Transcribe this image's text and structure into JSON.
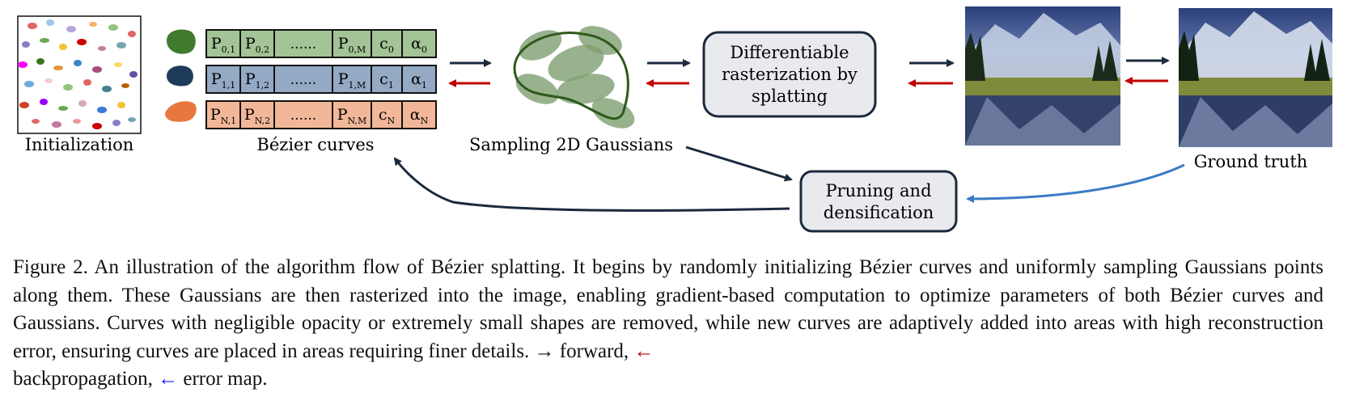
{
  "figure": {
    "labels": {
      "initialization": "Initialization",
      "bezier_curves": "Bézier curves",
      "sampling": "Sampling 2D Gaussians",
      "rasterization_line1": "Differentiable",
      "rasterization_line2": "rasterization by",
      "rasterization_line3": "splatting",
      "pruning_line1": "Pruning and",
      "pruning_line2": "densification",
      "ground_truth": "Ground truth"
    },
    "params_table": {
      "rows": [
        {
          "p1": "P",
          "p1_sub": "0,1",
          "p2": "P",
          "p2_sub": "0,2",
          "dots": "......",
          "pm": "P",
          "pm_sub": "0,M",
          "c": "c",
          "c_sub": "0",
          "a": "α",
          "a_sub": "0",
          "fill": "#a3c496"
        },
        {
          "p1": "P",
          "p1_sub": "1,1",
          "p2": "P",
          "p2_sub": "1,2",
          "dots": "......",
          "pm": "P",
          "pm_sub": "1,M",
          "c": "c",
          "c_sub": "1",
          "a": "α",
          "a_sub": "1",
          "fill": "#93a9c4"
        },
        {
          "p1": "P",
          "p1_sub": "N,1",
          "p2": "P",
          "p2_sub": "N,2",
          "dots": "......",
          "pm": "P",
          "pm_sub": "N,M",
          "c": "c",
          "c_sub": "N",
          "a": "α",
          "a_sub": "N",
          "fill": "#f2b799"
        }
      ]
    },
    "colors": {
      "forward": "#1b2a3d",
      "backprop": "#c00000",
      "error_map": "#3a7cc4",
      "blob_green": "#3f7a2d",
      "blob_navy": "#1f3b5c",
      "blob_orange": "#e8773e",
      "gaussian_fill": "#7f9f72",
      "curve_stroke": "#2d5a1b",
      "box_fill": "#e8eaed",
      "box_stroke": "#1b2a3d"
    }
  },
  "caption": {
    "text": "Figure 2.  An illustration of the algorithm flow of Bézier splatting. It begins by randomly initializing Bézier curves and uniformly sampling Gaussians points along them. These Gaussians are then rasterized into the image, enabling gradient-based computation to optimize parameters of both Bézier curves and Gaussians. Curves with negligible opacity or extremely small shapes are removed, while new curves are adaptively added into areas with high reconstruction error, ensuring curves are placed in areas requiring finer details.",
    "forward_symbol": "→",
    "forward_label": "forward,",
    "backprop_symbol": "←",
    "backprop_label": "backpropagation,",
    "error_symbol": "←",
    "error_label": "error map."
  }
}
